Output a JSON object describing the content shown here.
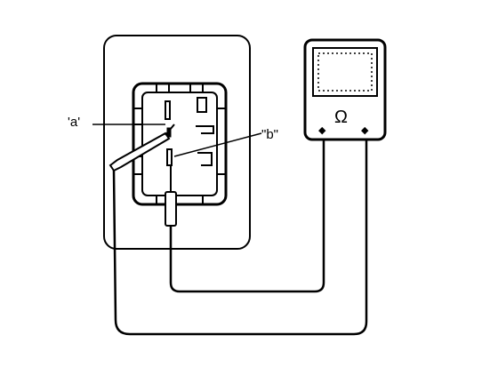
{
  "labels": {
    "terminal_a": "'a'",
    "terminal_b": "\"b\"",
    "meter_symbol": "Ω",
    "meter_terminal_left": "◆",
    "meter_terminal_right": "◆"
  },
  "colors": {
    "line": "#000000",
    "background": "#ffffff"
  }
}
